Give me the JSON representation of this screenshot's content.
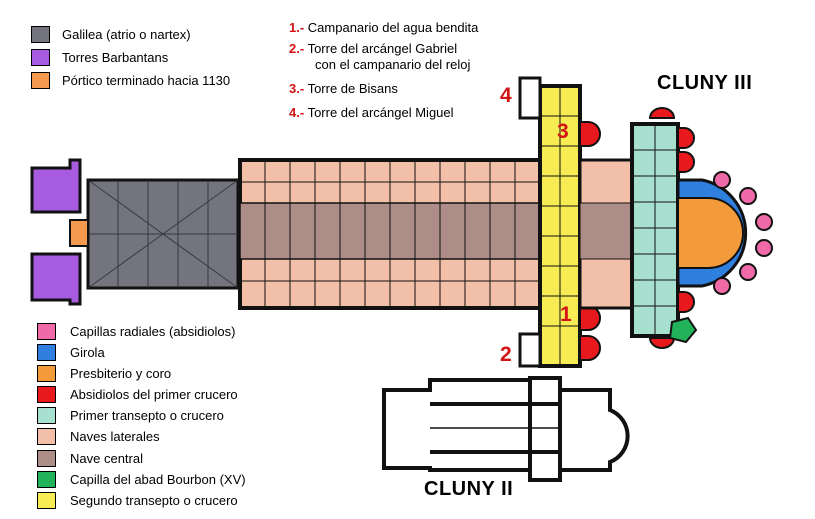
{
  "titles": {
    "cluny3": "CLUNY III",
    "cluny2": "CLUNY II"
  },
  "legend_top": [
    {
      "label": "Galilea (atrio o nartex)",
      "color": "#74747e"
    },
    {
      "label": "Torres Barbantans",
      "color": "#a65be0"
    },
    {
      "label": "Pórtico terminado hacia 1130",
      "color": "#f39a4f"
    }
  ],
  "towers": [
    {
      "num": "1.-",
      "label": "Campanario del agua bendita"
    },
    {
      "num": "2.-",
      "label": "Torre del arcángel Gabriel",
      "sub": "con el campanario del reloj"
    },
    {
      "num": "3.-",
      "label": "Torre de Bisans"
    },
    {
      "num": "4.-",
      "label": "Torre del arcángel Miguel"
    }
  ],
  "legend_bottom": [
    {
      "label": "Capillas radiales (absidiolos)",
      "color": "#f06aa8"
    },
    {
      "label": "Girola",
      "color": "#2f80de"
    },
    {
      "label": "Presbiterio y coro",
      "color": "#f39a3a"
    },
    {
      "label": "Absidiolos del primer crucero",
      "color": "#e8191c"
    },
    {
      "label": "Primer transepto o crucero",
      "color": "#a8e0d0"
    },
    {
      "label": "Naves laterales",
      "color": "#f2c0a8"
    },
    {
      "label": "Nave central",
      "color": "#ad8d87"
    },
    {
      "label": "Capilla del abad Bourbon (XV)",
      "color": "#22b35a"
    },
    {
      "label": "Segundo transepto o crucero",
      "color": "#f7ec53"
    }
  ],
  "markers": [
    "1",
    "2",
    "3",
    "4"
  ]
}
